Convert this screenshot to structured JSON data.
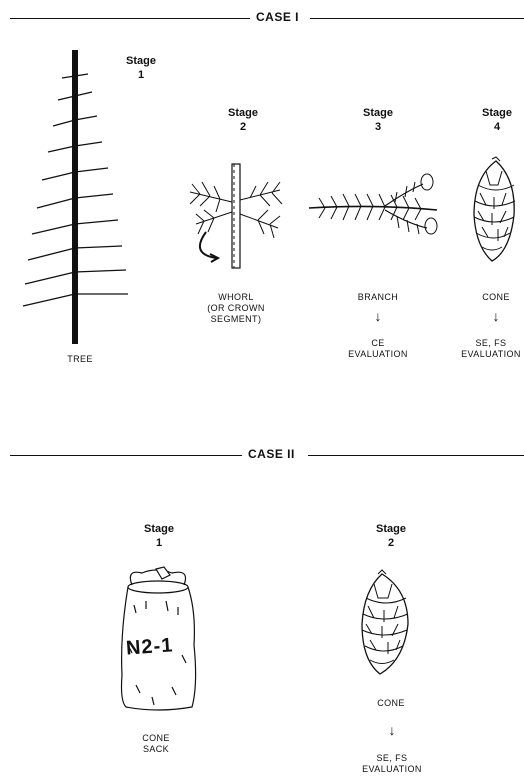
{
  "case1": {
    "header": "CASE I",
    "stages": [
      {
        "stage_label": "Stage",
        "stage_number": "1",
        "caption": "TREE"
      },
      {
        "stage_label": "Stage",
        "stage_number": "2",
        "caption": "WHORL\n(OR CROWN\nSEGMENT)"
      },
      {
        "stage_label": "Stage",
        "stage_number": "3",
        "caption": "BRANCH",
        "evaluation": "CE\nEVALUATION"
      },
      {
        "stage_label": "Stage",
        "stage_number": "4",
        "caption": "CONE",
        "evaluation": "SE, FS\nEVALUATION"
      }
    ]
  },
  "case2": {
    "header": "CASE II",
    "stages": [
      {
        "stage_label": "Stage",
        "stage_number": "1",
        "caption": "CONE\nSACK",
        "sack_label": "N2-1"
      },
      {
        "stage_label": "Stage",
        "stage_number": "2",
        "caption": "CONE",
        "evaluation": "SE, FS\nEVALUATION"
      }
    ]
  },
  "arrow_glyph": "↓"
}
